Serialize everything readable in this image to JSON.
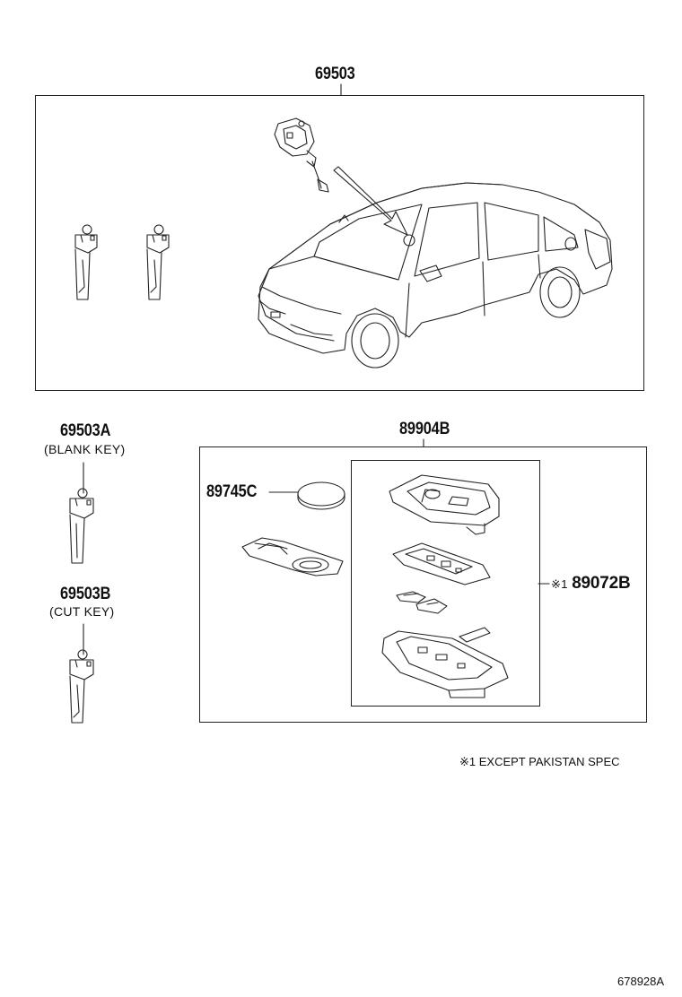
{
  "parts": {
    "main_assembly": {
      "number": "69503"
    },
    "blank_key": {
      "number": "69503A",
      "description": "(BLANK KEY)"
    },
    "cut_key": {
      "number": "69503B",
      "description": "(CUT KEY)"
    },
    "transmitter_assembly": {
      "number": "89904B"
    },
    "battery": {
      "number": "89745C"
    },
    "transmitter_housing": {
      "number": "89072B",
      "mark": "※1"
    }
  },
  "footnote": {
    "text": "※1  EXCEPT PAKISTAN SPEC"
  },
  "illustration_id": "678928A"
}
